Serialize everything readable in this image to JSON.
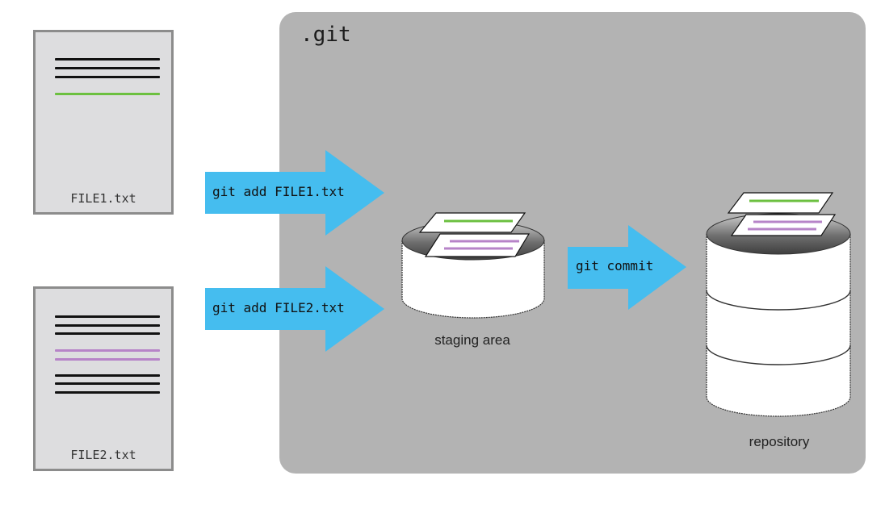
{
  "container": {
    "label": ".git",
    "background": "#b3b3b3"
  },
  "files": [
    {
      "name": "FILE1.txt",
      "lines": [
        "black",
        "black",
        "black",
        "green"
      ]
    },
    {
      "name": "FILE2.txt",
      "lines": [
        "black",
        "black",
        "black",
        "purple",
        "purple",
        "black",
        "black",
        "black"
      ]
    }
  ],
  "arrows": [
    {
      "label": "git add FILE1.txt",
      "from": "FILE1.txt",
      "to": "staging area"
    },
    {
      "label": "git add FILE2.txt",
      "from": "FILE2.txt",
      "to": "staging area"
    },
    {
      "label": "git commit",
      "from": "staging area",
      "to": "repository"
    }
  ],
  "stores": {
    "staging": {
      "label": "staging area",
      "levels": 1
    },
    "repository": {
      "label": "repository",
      "levels": 3
    }
  },
  "colors": {
    "arrow": "#45bdef",
    "green_line": "#6cc040",
    "purple_line": "#b784c8",
    "file_bg": "#dddddf",
    "file_border": "#8c8c8c"
  }
}
